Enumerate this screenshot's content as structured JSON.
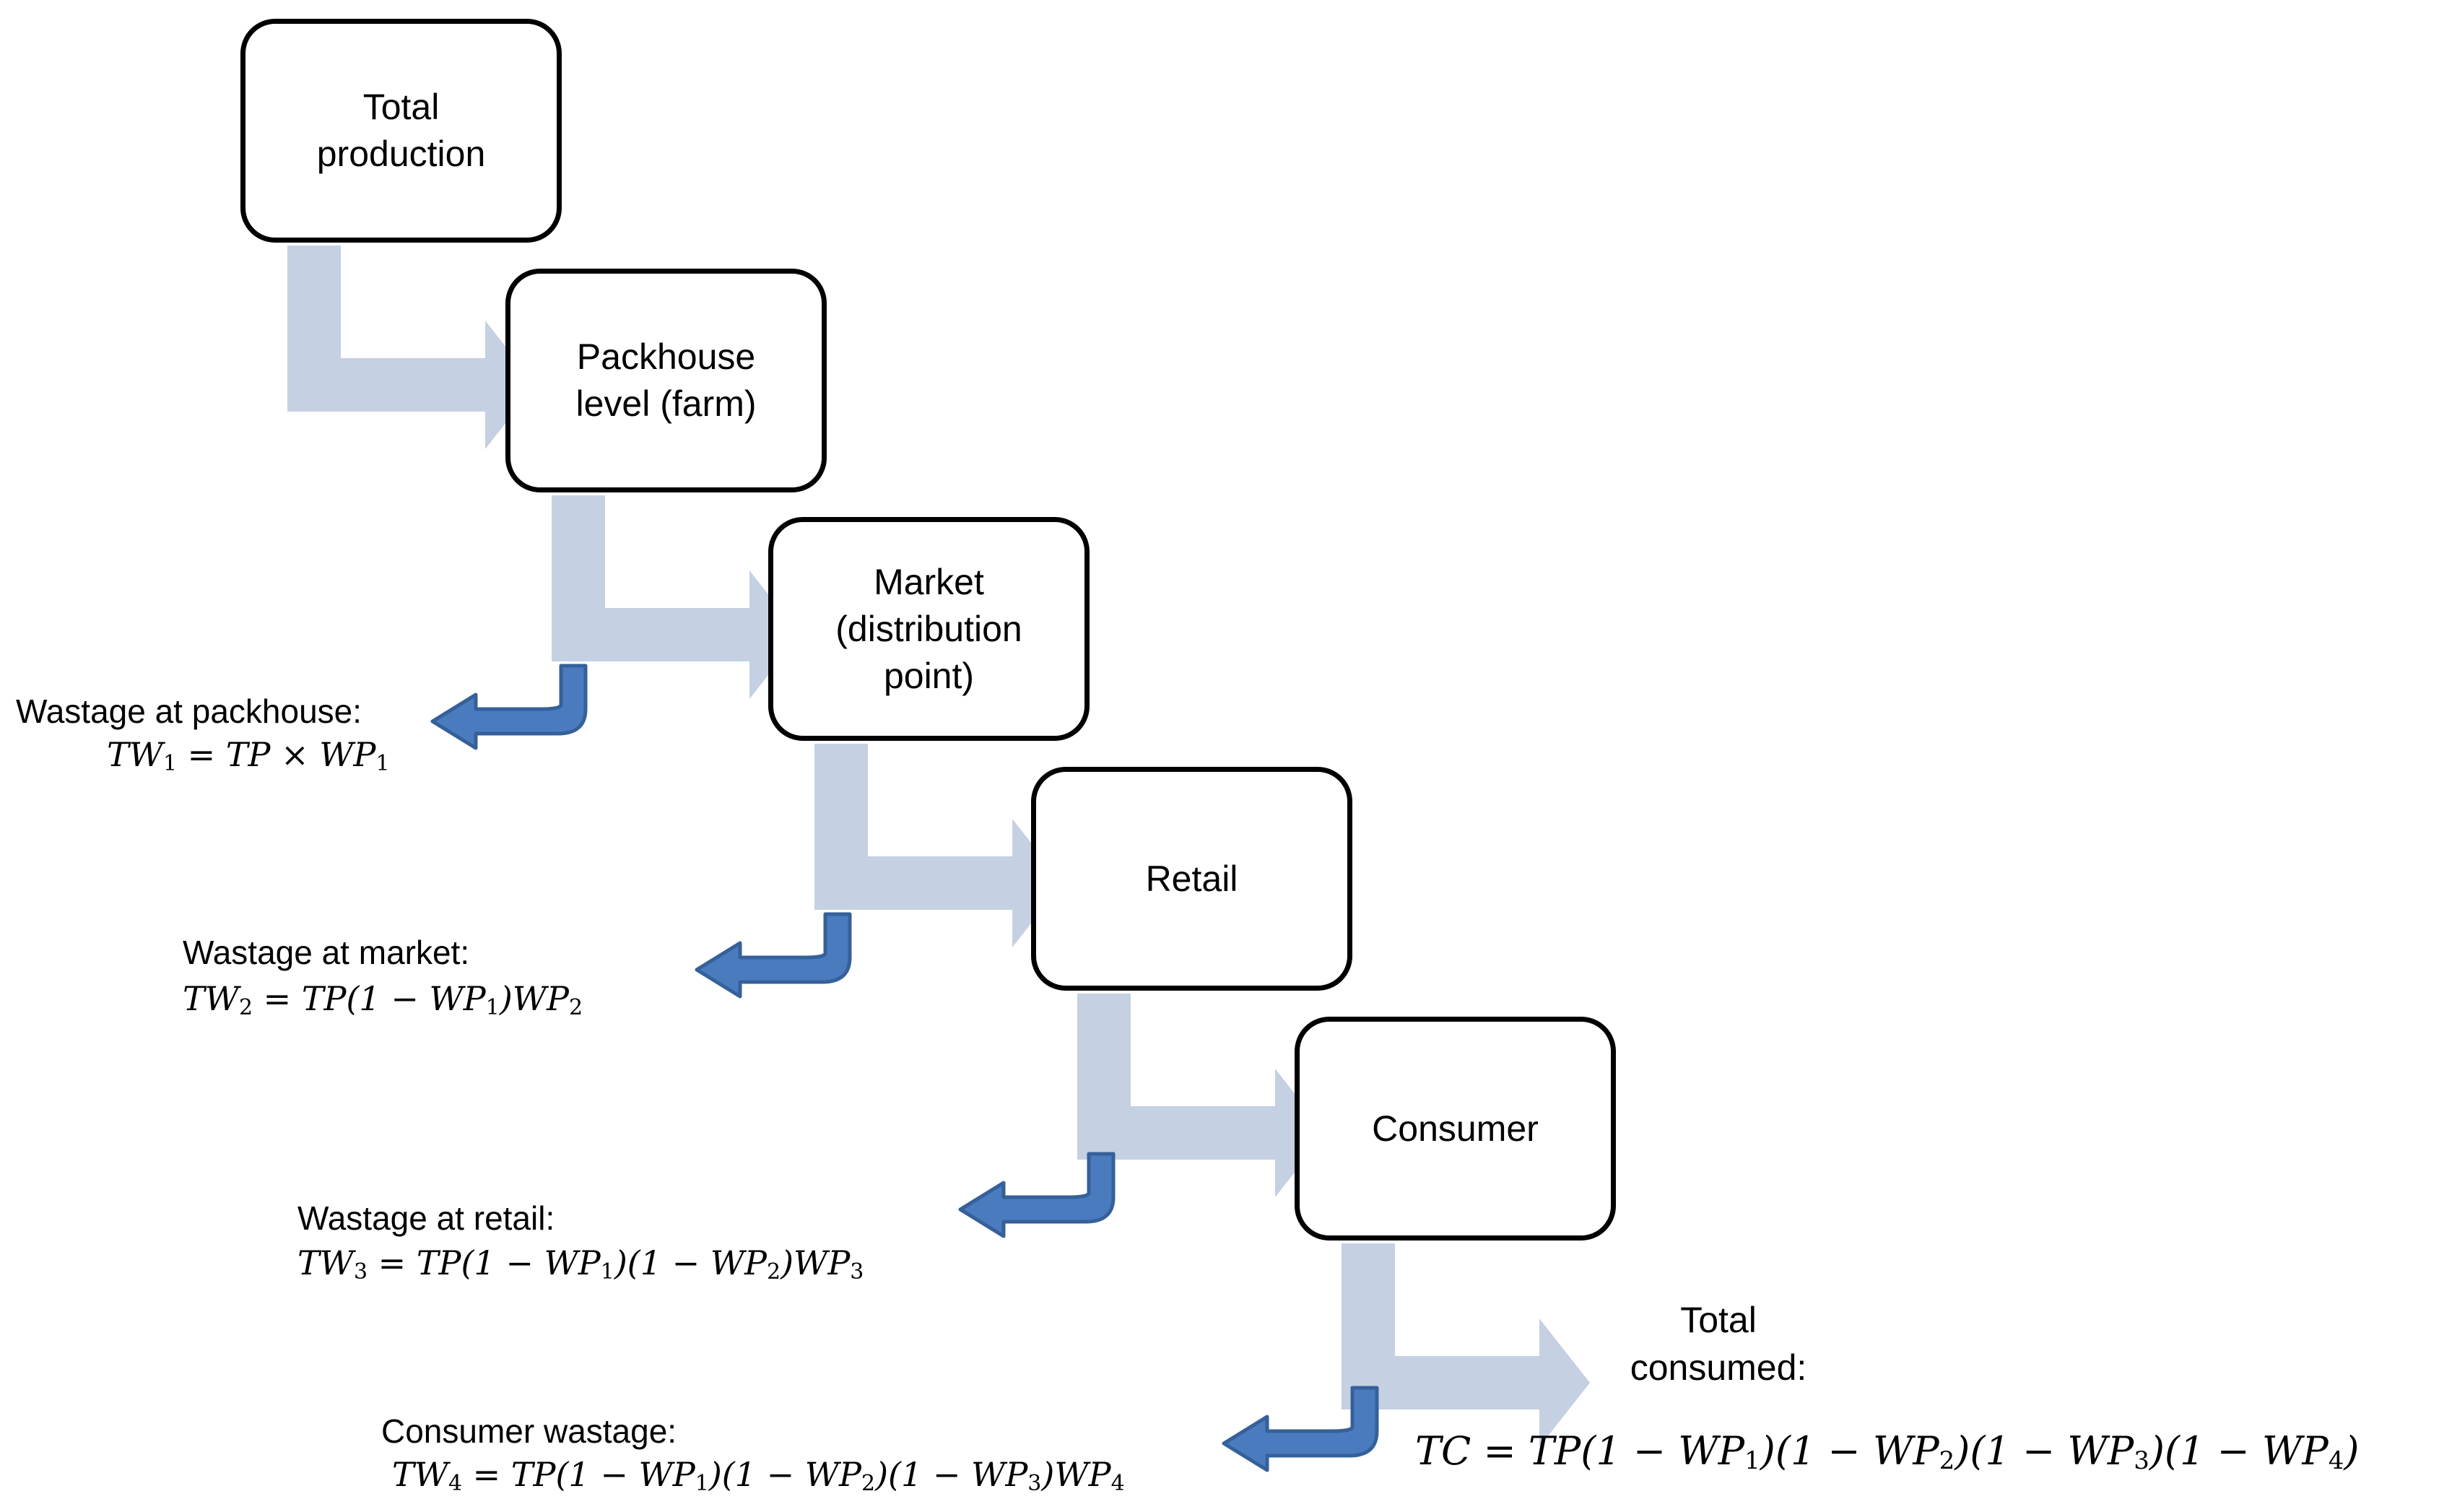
{
  "colors": {
    "flow_arrow": "#c5d0e3",
    "waste_arrow": "#4a7bbf",
    "waste_arrow_edge": "#35609a",
    "box_border": "#000000"
  },
  "stages": [
    {
      "id": "total-production",
      "label": "Total\nproduction"
    },
    {
      "id": "packhouse",
      "label": "Packhouse\nlevel (farm)"
    },
    {
      "id": "market",
      "label": "Market\n(distribution\npoint)"
    },
    {
      "id": "retail",
      "label": "Retail"
    },
    {
      "id": "consumer",
      "label": "Consumer"
    }
  ],
  "wastage": [
    {
      "label": "Wastage at packhouse:",
      "formula_text": "TW1 = TP × WP1"
    },
    {
      "label": "Wastage at market:",
      "formula_text": "TW2 = TP(1 − WP1)WP2"
    },
    {
      "label": "Wastage at retail:",
      "formula_text": "TW3 = TP(1 − WP1)(1 − WP2)WP3"
    },
    {
      "label": "Consumer wastage:",
      "formula_text": "TW4 = TP(1 − WP1)(1 − WP2)(1 − WP3)WP4"
    }
  ],
  "total_consumed": {
    "label": "Total\nconsumed:",
    "formula_text": "TC = TP(1 − WP1)(1 − WP2)(1 − WP3)(1 − WP4)"
  }
}
